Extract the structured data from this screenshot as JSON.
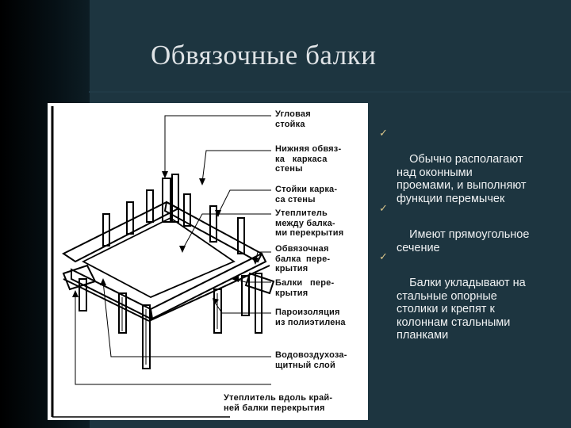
{
  "slide": {
    "title": "Обвязочные балки",
    "callouts": [
      "Угловая\nстойка",
      "Нижняя обвяз-\nка   каркаса\nстены",
      "Стойки карка-\nса стены",
      "Утеплитель\nмежду балка-\nми перекрытия",
      "Обвязочная\nбалка  пере-\nкрытия",
      "Балки   пере-\nкрытия",
      "Пароизоляция\nиз полиэтилена",
      "Водовоздухоза-\nщитный слой",
      "Утеплитель вдоль край-\nней балки перекрытия"
    ],
    "bullets": [
      "Обычно располагают\nнад оконными\nпроемами, и выполняют\nфункции перемычек",
      "Имеют прямоугольное\nсечение",
      "Балки укладывают на\nстальные опорные\nстолики и крепят к\nколоннам стальными\nпланками"
    ]
  },
  "colors": {
    "background": "#1d3540",
    "title": "#dfe3e6",
    "bullet_text": "#f0f2f3",
    "check_mark": "#d8c48a"
  },
  "icons": {
    "bullet": "check-mark-icon"
  }
}
